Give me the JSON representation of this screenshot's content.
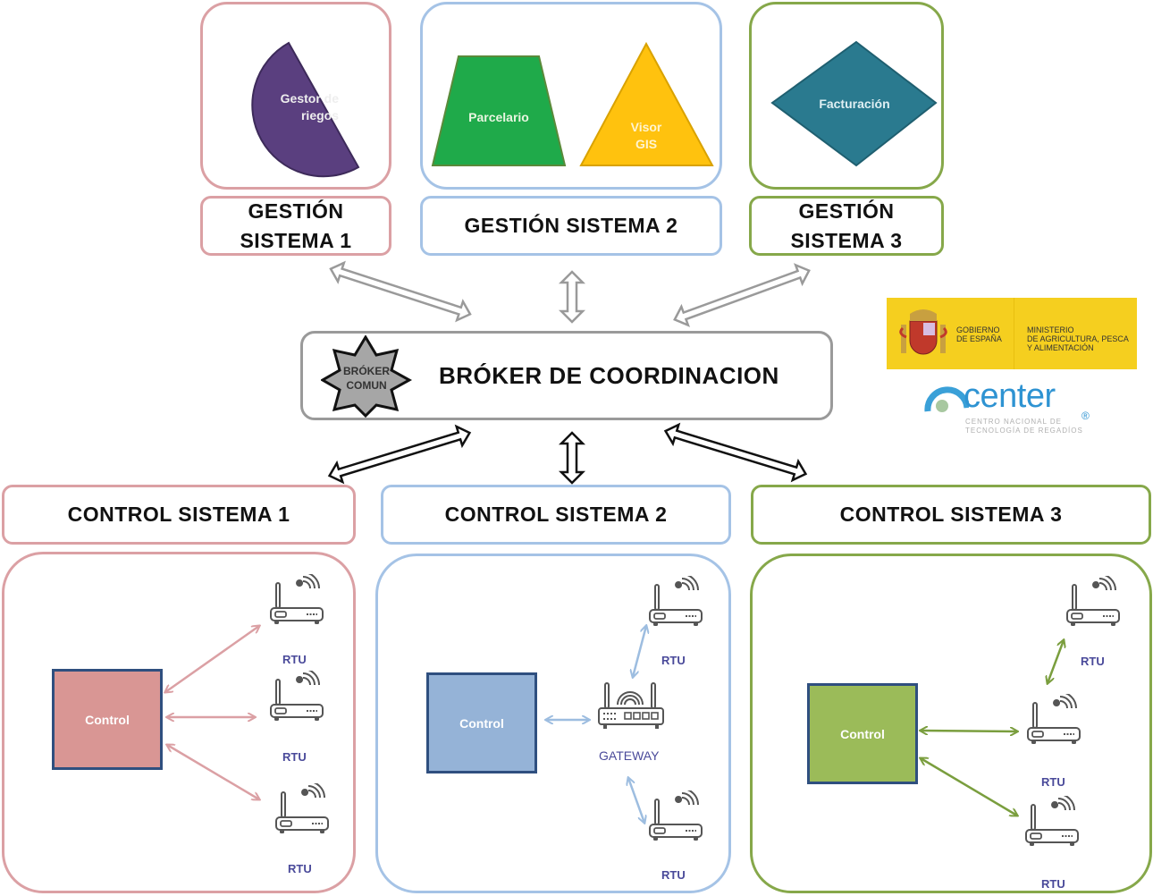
{
  "management": [
    {
      "title_line1": "GESTIÓN",
      "title_line2": "SISTEMA 1",
      "apps": [
        {
          "label_line1": "Gestor de",
          "label_line2": "riegos",
          "shape": "semicircle",
          "color": "#5a3f7f"
        }
      ],
      "accent": "#dba0a4"
    },
    {
      "title": "GESTIÓN SISTEMA 2",
      "apps": [
        {
          "label": "Parcelario",
          "shape": "trapezoid",
          "color": "#1faa4a"
        },
        {
          "label_line1": "Visor",
          "label_line2": "GIS",
          "shape": "triangle",
          "color": "#ffc20e"
        }
      ],
      "accent": "#a5c3e6"
    },
    {
      "title_line1": "GESTIÓN",
      "title_line2": "SISTEMA 3",
      "apps": [
        {
          "label": "Facturación",
          "shape": "diamond",
          "color": "#2a7a8f"
        }
      ],
      "accent": "#86a84a"
    }
  ],
  "broker": {
    "title": "BRÓKER DE COORDINACION",
    "badge_line1": "BRÓKER",
    "badge_line2": "COMUN"
  },
  "control": [
    {
      "title": "CONTROL SISTEMA 1",
      "control_label": "Control",
      "control_color": "#d99694",
      "devices": [
        "RTU",
        "RTU",
        "RTU"
      ],
      "accent": "#dba0a4"
    },
    {
      "title": "CONTROL SISTEMA 2",
      "control_label": "Control",
      "control_color": "#95b3d7",
      "gateway_label": "GATEWAY",
      "devices": [
        "RTU",
        "RTU"
      ],
      "accent": "#a5c3e6"
    },
    {
      "title": "CONTROL SISTEMA 3",
      "control_label": "Control",
      "control_color": "#9bbb59",
      "devices": [
        "RTU",
        "RTU",
        "RTU"
      ],
      "accent": "#86a84a"
    }
  ],
  "logos": {
    "gov_line1": "GOBIERNO",
    "gov_line2": "DE ESPAÑA",
    "ministry_line1": "MINISTERIO",
    "ministry_line2": "DE AGRICULTURA, PESCA",
    "ministry_line3": "Y ALIMENTACIÓN",
    "center_name": "center",
    "center_registered": "®",
    "center_sub1": "CENTRO NACIONAL DE",
    "center_sub2": "TECNOLOGÍA DE REGADÍOS"
  }
}
